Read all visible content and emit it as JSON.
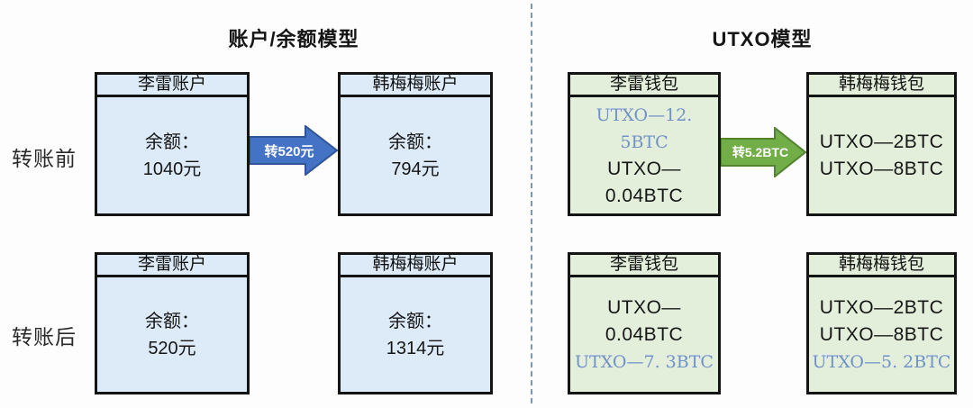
{
  "sections": {
    "left": {
      "title": "账户/余额模型"
    },
    "right": {
      "title": "UTXO模型"
    }
  },
  "row_labels": {
    "before": "转账前",
    "after": "转账后"
  },
  "arrows": {
    "balance": {
      "label": "转520元"
    },
    "utxo": {
      "label": "转5.2BTC"
    }
  },
  "boxes": {
    "account_lilei_before": {
      "header": "李雷账户",
      "lines": [
        "余额：",
        "1040元"
      ]
    },
    "account_hanmeimei_before": {
      "header": "韩梅梅账户",
      "lines": [
        "余额：",
        "794元"
      ]
    },
    "wallet_lilei_before": {
      "header": "李雷钱包",
      "lines": [
        "UTXO—12. 5BTC",
        "UTXO—0.04BTC"
      ]
    },
    "wallet_hanmeimei_before": {
      "header": "韩梅梅钱包",
      "lines": [
        "UTXO—2BTC",
        "UTXO—8BTC"
      ]
    },
    "account_lilei_after": {
      "header": "李雷账户",
      "lines": [
        "余额：",
        "520元"
      ]
    },
    "account_hanmeimei_after": {
      "header": "韩梅梅账户",
      "lines": [
        "余额：",
        "1314元"
      ]
    },
    "wallet_lilei_after": {
      "header": "李雷钱包",
      "lines": [
        "UTXO—0.04BTC",
        "UTXO—7. 3BTC"
      ]
    },
    "wallet_hanmeimei_after": {
      "header": "韩梅梅钱包",
      "lines": [
        "UTXO—2BTC",
        "UTXO—8BTC",
        "UTXO—5. 2BTC"
      ]
    }
  },
  "colors": {
    "account_fill": "#dcebf7",
    "wallet_fill": "#e3efdb",
    "box_border": "#141414",
    "arrow_blue_fill": "#4472c4",
    "arrow_blue_stroke": "#2f5597",
    "arrow_green_fill": "#72ae48",
    "arrow_green_stroke": "#54832f",
    "utxo_highlight": "#7191c8",
    "divider": "#7e97b3"
  }
}
